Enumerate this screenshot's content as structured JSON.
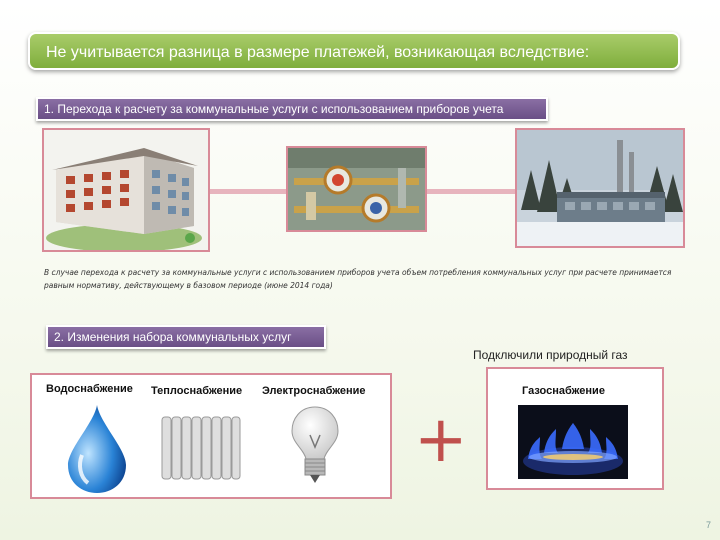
{
  "header": {
    "title": "Не учитывается разница в размере платежей, возникающая вследствие:"
  },
  "section1": {
    "label": "1. Перехода к расчету за коммунальные услуги с использованием приборов учета",
    "caption": "В случае перехода к расчету за коммунальные услуги с использованием приборов учета объем потребления коммунальных услуг при расчете принимается равным нормативу, действующему в базовом периоде (июне 2014 года)"
  },
  "section2": {
    "label": "2. Изменения набора коммунальных услуг",
    "utilities": [
      "Водоснабжение",
      "Теплоснабжение",
      "Электроснабжение"
    ],
    "gas_note": "Подключили природный газ",
    "gas_label": "Газоснабжение",
    "plus": "+"
  },
  "page": {
    "number": "7"
  },
  "colors": {
    "title_bar": "#8bb84a",
    "section_bar": "#7a5c96",
    "connector": "#e7b4bd",
    "plus": "#c0504d"
  }
}
